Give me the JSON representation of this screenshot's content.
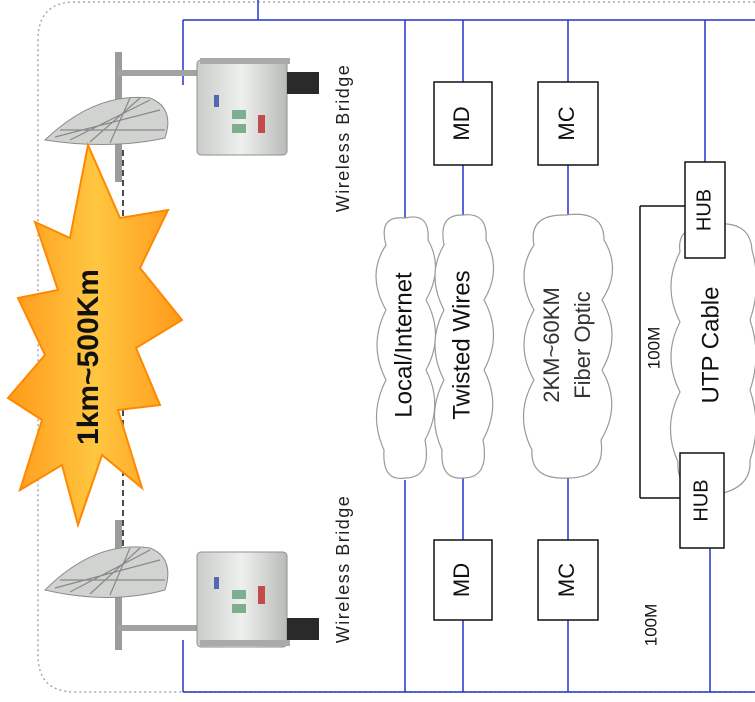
{
  "labels": {
    "distance": "1km~500Km",
    "wireless_bridge_top": "Wireless Bridge",
    "wireless_bridge_bottom": "Wireless Bridge",
    "local_internet": "Local/Internet",
    "twisted_wires": "Twisted Wires",
    "fiber_line1": "2KM~60KM",
    "fiber_line2": "Fiber Optic",
    "utp_cable": "UTP Cable",
    "hundred_m_top": "100M",
    "hundred_m_bottom": "100M"
  },
  "boxes": {
    "md_top": "MD",
    "mc_top": "MC",
    "hub_top": "HUB",
    "md_bottom": "MD",
    "mc_bottom": "MC",
    "hub_bottom": "HUB"
  },
  "colors": {
    "line": "#2233cc",
    "burst_fill": "#ffb02e",
    "burst_stroke": "#ff8a00",
    "cloud_stroke": "#9a9a9a"
  },
  "icons": {
    "antenna": "dish-antenna-icon",
    "bridge_device": "wireless-bridge-device-icon"
  }
}
